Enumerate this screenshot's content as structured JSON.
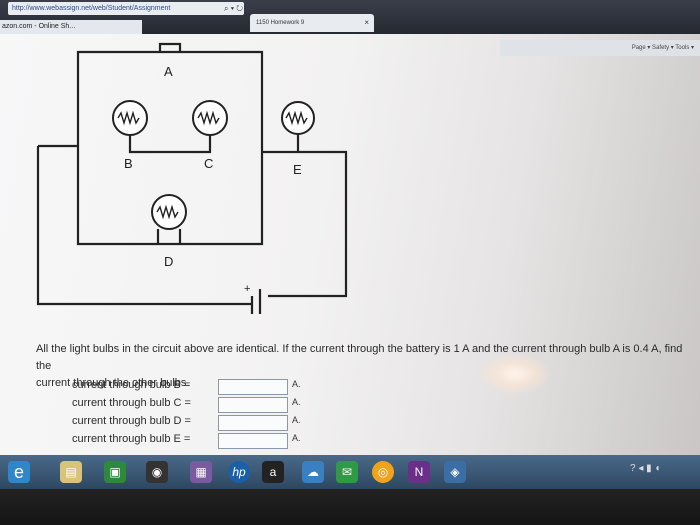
{
  "browser": {
    "address": "http://www.webassign.net/web/Student/Assignment",
    "tab_title": "1150 Homework 9",
    "favorite": "azon.com - Online Sh...",
    "tab_close": "×",
    "toolbar_items": "Page ▾   Safety ▾   Tools ▾"
  },
  "circuit": {
    "label_A": "A",
    "label_B": "B",
    "label_C": "C",
    "label_D": "D",
    "label_E": "E",
    "battery_plus": "+"
  },
  "question": {
    "text_1": "All the light bulbs in the circuit above are identical. If the current through the battery is 1 A and the current through bulb A is 0.4 A, find the",
    "text_2": "current through the other bulbs."
  },
  "answers": [
    {
      "label": "current through bulb B =",
      "unit": "A.",
      "value": ""
    },
    {
      "label": "current through bulb C =",
      "unit": "A.",
      "value": ""
    },
    {
      "label": "current through bulb D =",
      "unit": "A.",
      "value": ""
    },
    {
      "label": "current through bulb E =",
      "unit": "A.",
      "value": ""
    }
  ],
  "taskbar": {
    "ie": "e",
    "hp": "hp",
    "amazon": "a"
  }
}
